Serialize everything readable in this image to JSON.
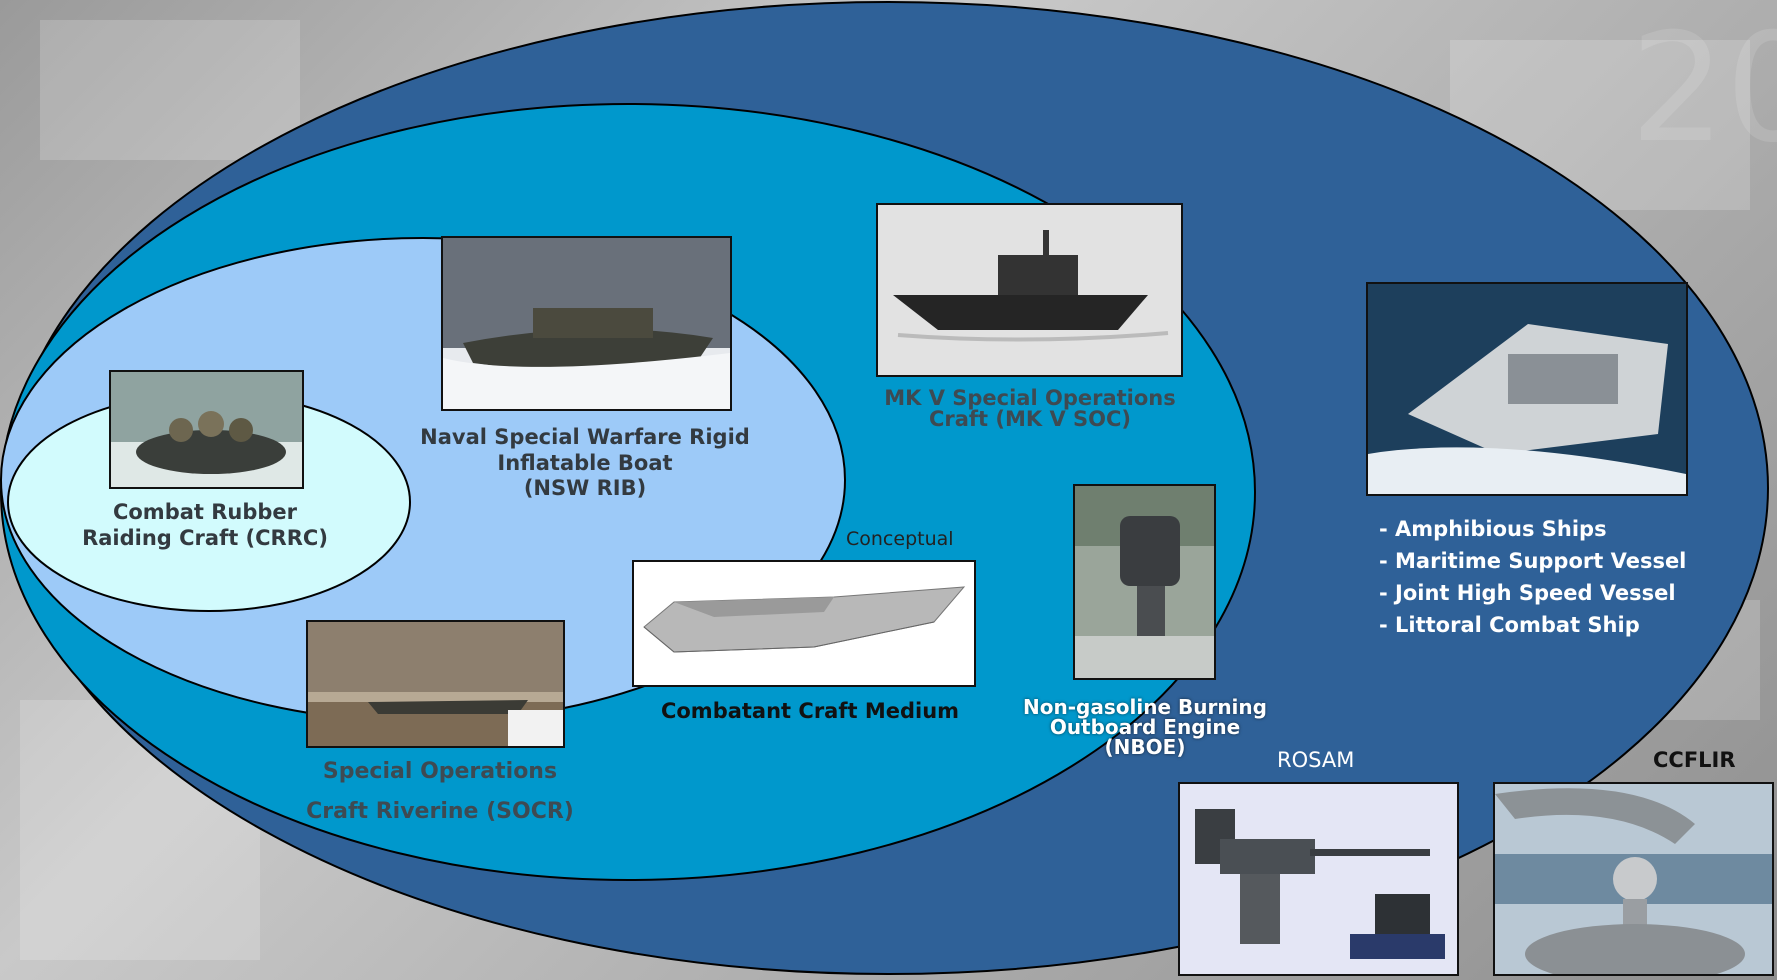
{
  "crafts": {
    "crrc": {
      "line1": "Combat Rubber",
      "line2": "Raiding Craft (CRRC)"
    },
    "nsw_rib": {
      "line1": "Naval Special Warfare Rigid",
      "line2": "Inflatable Boat",
      "line3": "(NSW RIB)"
    },
    "mkv": {
      "line1": "MK V Special Operations",
      "line2": "Craft (MK V SOC)"
    },
    "socr": {
      "line1": "Special Operations",
      "line2": "Craft Riverine (SOCR)"
    },
    "ccm": {
      "tag": "Conceptual",
      "label": "Combatant Craft Medium"
    },
    "nboe": {
      "line1": "Non-gasoline Burning",
      "line2": "Outboard Engine",
      "line3": "(NBOE)"
    }
  },
  "ships_list": [
    "- Amphibious Ships",
    "- Maritime Support Vessel",
    "- Joint High Speed Vessel",
    "- Littoral Combat Ship"
  ],
  "systems": {
    "rosam": "ROSAM",
    "ccflir": "CCFLIR"
  },
  "colors": {
    "outer_ellipse": "#2f6198",
    "second_ellipse": "#0098cc",
    "third_ellipse": "#9dcaf8",
    "inner_ellipse": "#d2fbfd"
  }
}
